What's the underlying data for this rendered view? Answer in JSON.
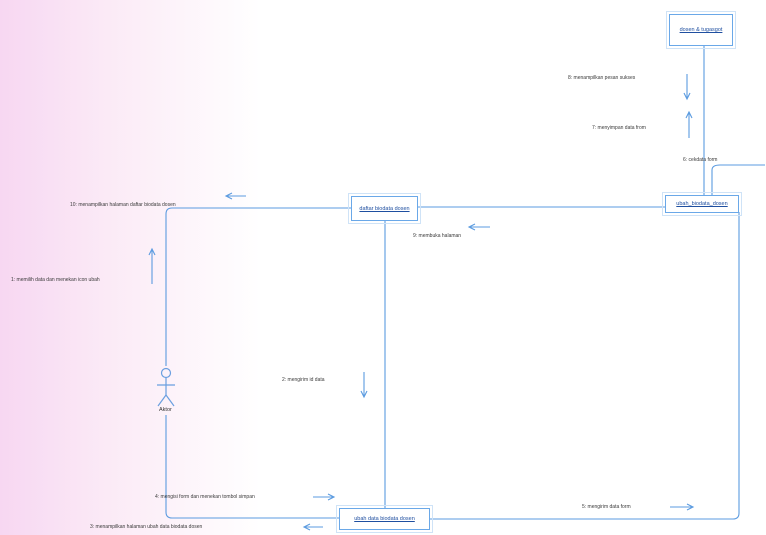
{
  "objects": {
    "dosen_tugas": "dosen & tugasgot",
    "daftar_biodata": "daftar biodata dosen",
    "ubah_biodata": "ubah_biodata_dosen",
    "ubah_data_biodata": "ubah data biodata dosen"
  },
  "actor": {
    "label": "Aktor"
  },
  "messages": {
    "m1": "1: memilih data dan menekan icon ubah",
    "m2": "2: mengirim id data",
    "m3": "3: menampilkan halaman ubah data biodata dosen",
    "m4": "4: mengisi form dan menekan tombol simpan",
    "m5": "5: mengirim data form",
    "m6": "6: cekdata form",
    "m7": "7: menyimpan data from",
    "m8": "8: menampilkan pesan sukses",
    "m9": "9: membuka halaman",
    "m10": "10: menampilkan halaman daftar biodata dosen"
  },
  "colors": {
    "line": "#5b9be0",
    "object_text": "#1f4fa0"
  }
}
